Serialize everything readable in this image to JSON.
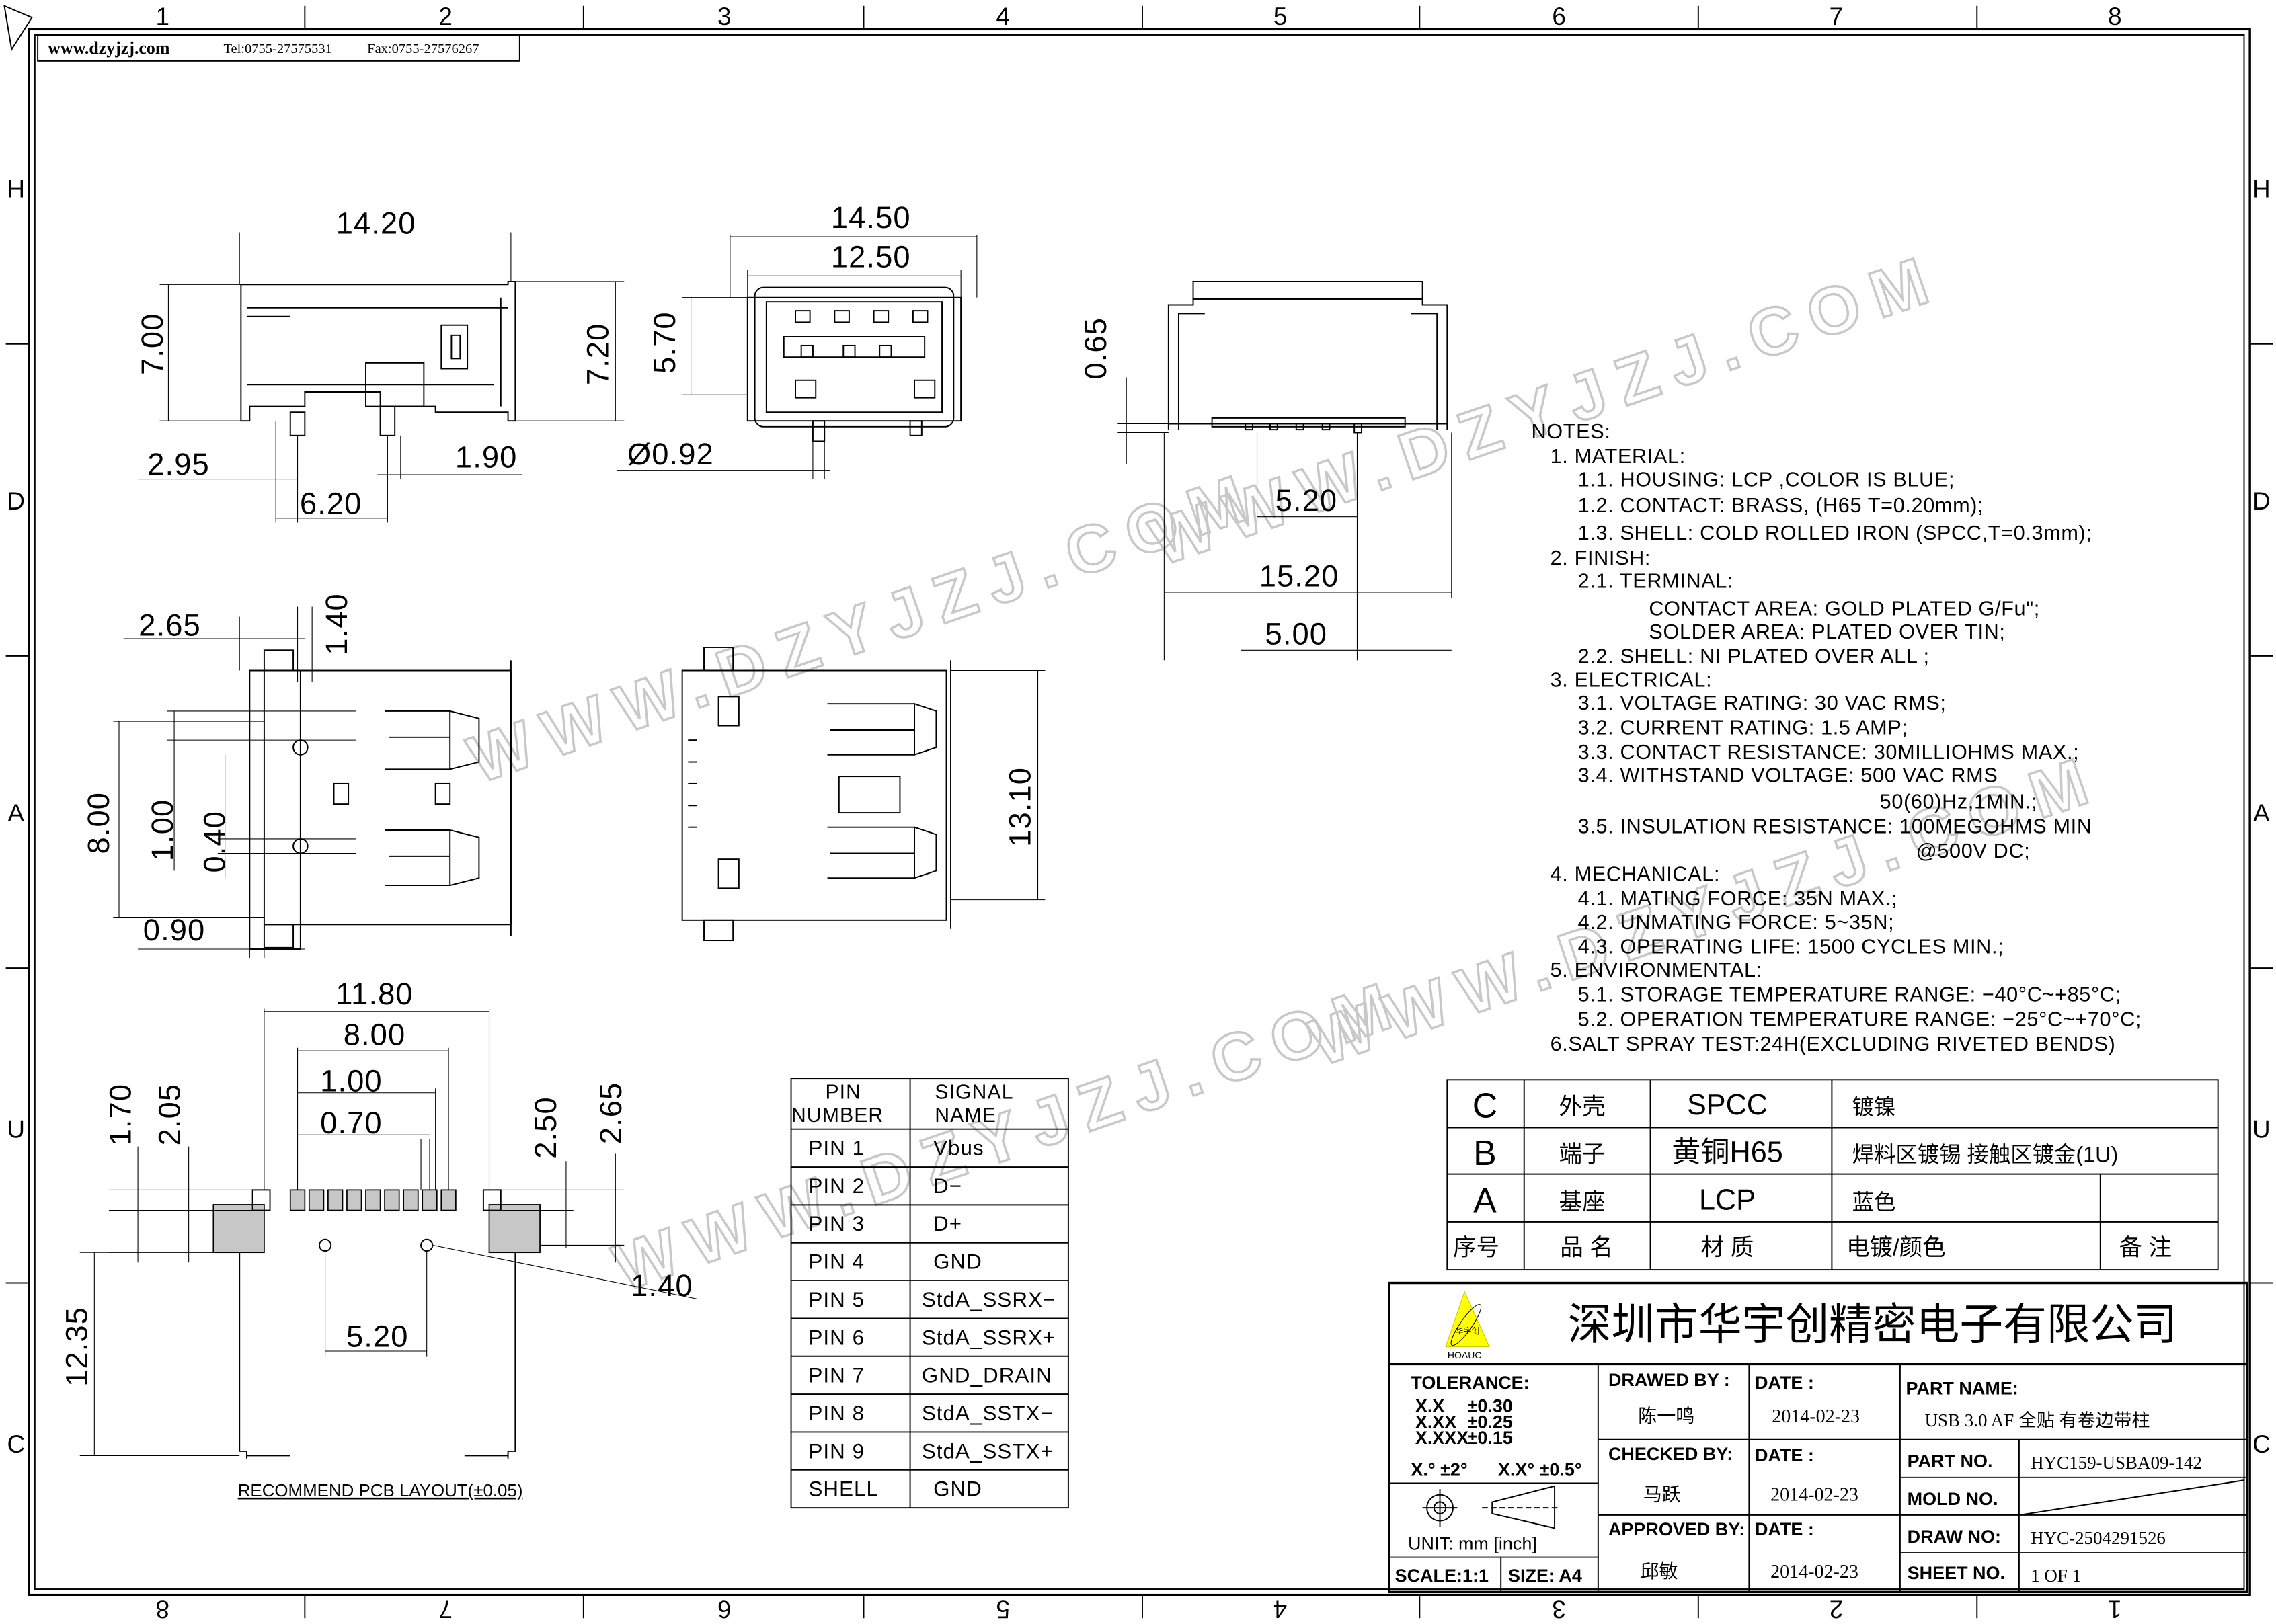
{
  "header": {
    "website": "www.dzyjzj.com",
    "tel": "Tel:0755-27575531",
    "fax": "Fax:0755-27576267"
  },
  "ruler": {
    "top": [
      "1",
      "2",
      "3",
      "4",
      "5",
      "6",
      "7",
      "8"
    ],
    "bottom": [
      "8",
      "7",
      "6",
      "5",
      "4",
      "3",
      "2",
      "1"
    ],
    "side": [
      "H",
      "D",
      "A",
      "U",
      "C"
    ]
  },
  "watermark": "WWW.DZYJZJ.COM",
  "views": {
    "side": {
      "length": "14.20",
      "height_left": "7.00",
      "height_right": "7.20",
      "peg_offset": "2.95",
      "peg_pitch": "6.20",
      "leg": "1.90"
    },
    "front": {
      "outer_width": "14.50",
      "inner_width": "12.50",
      "height": "5.70",
      "pin_dia": "Ø0.92"
    },
    "end": {
      "thickness": "0.65",
      "d1": "5.20",
      "d2": "15.20",
      "d3": "5.00"
    },
    "bottom": {
      "d1": "2.65",
      "d2": "1.40",
      "width": "8.00",
      "pitch": "1.00",
      "pin": "0.40",
      "edge": "0.90"
    },
    "top": {
      "length": "13.10"
    },
    "pcb": {
      "w1": "11.80",
      "w2": "8.00",
      "pitch": "1.00",
      "pad": "0.70",
      "h1": "1.70",
      "h2": "2.05",
      "h3": "2.50",
      "h4": "2.65",
      "hole": "1.40",
      "spacing": "5.20",
      "depth": "12.35",
      "caption": "RECOMMEND PCB LAYOUT(±0.05)"
    }
  },
  "notes": {
    "title": "NOTES:",
    "lines": [
      "1.  MATERIAL:",
      "1.1.  HOUSING:  LCP  ,COLOR  IS  BLUE;",
      "1.2.  CONTACT:  BRASS,  (H65  T=0.20mm);",
      "1.3.  SHELL:  COLD  ROLLED  IRON  (SPCC,T=0.3mm);",
      "2.  FINISH:",
      "2.1.  TERMINAL:",
      "CONTACT  AREA:  GOLD  PLATED  G/Fu\";",
      "SOLDER  AREA:  PLATED  OVER  TIN;",
      "2.2.  SHELL:  NI  PLATED  OVER  ALL  ;",
      "3.  ELECTRICAL:",
      "3.1.  VOLTAGE  RATING:  30  VAC  RMS;",
      "3.2.  CURRENT  RATING:  1.5  AMP;",
      "3.3.  CONTACT  RESISTANCE:  30MILLIOHMS  MAX.;",
      "3.4.  WITHSTAND  VOLTAGE:  500  VAC  RMS",
      "50(60)Hz,1MIN.;",
      "3.5.  INSULATION  RESISTANCE:  100MEGOHMS  MIN",
      "@500V  DC;",
      "4.  MECHANICAL:",
      "4.1.  MATING  FORCE:  35N  MAX.;",
      "4.2.  UNMATING  FORCE:  5~35N;",
      "4.3.  OPERATING  LIFE:  1500  CYCLES  MIN.;",
      "5.  ENVIRONMENTAL:",
      "5.1.  STORAGE  TEMPERATURE  RANGE:  −40°C~+85°C;",
      "5.2.  OPERATION  TEMPERATURE  RANGE:  −25°C~+70°C;",
      "6.SALT SPRAY TEST:24H(EXCLUDING RIVETED BENDS)"
    ]
  },
  "pin_table": {
    "headers": [
      [
        "PIN",
        "NUMBER"
      ],
      [
        "SIGNAL",
        "NAME"
      ]
    ],
    "rows": [
      [
        "PIN  1",
        "Vbus"
      ],
      [
        "PIN  2",
        "D−"
      ],
      [
        "PIN  3",
        "D+"
      ],
      [
        "PIN  4",
        "GND"
      ],
      [
        "PIN  5",
        "StdA_SSRX−"
      ],
      [
        "PIN  6",
        "StdA_SSRX+"
      ],
      [
        "PIN  7",
        "GND_DRAIN"
      ],
      [
        "PIN  8",
        "StdA_SSTX−"
      ],
      [
        "PIN  9",
        "StdA_SSTX+"
      ],
      [
        "SHELL",
        "GND"
      ]
    ]
  },
  "material_table": {
    "rows": [
      [
        "C",
        "外壳",
        "SPCC",
        "镀镍",
        ""
      ],
      [
        "B",
        "端子",
        "黄铜H65",
        "焊料区镀锡  接触区镀金(1U)",
        ""
      ],
      [
        "A",
        "基座",
        "LCP",
        "蓝色",
        ""
      ]
    ],
    "header": [
      "序号",
      "品  名",
      "材  质",
      "电镀/颜色",
      "备  注"
    ]
  },
  "title_block": {
    "company": "深圳市华宇创精密电子有限公司",
    "logo_text": "华宇创",
    "logo_brand": "HOAUC",
    "tolerance_label": "TOLERANCE:",
    "tolerances": [
      [
        "X.X",
        "±0.30"
      ],
      [
        "X.XX",
        "±0.25"
      ],
      [
        "X.XXX",
        "±0.15"
      ]
    ],
    "angle_tol": [
      "X.°  ±2°",
      "X.X°  ±0.5°"
    ],
    "unit": "UNIT:  mm  [inch]",
    "scale": "SCALE:1:1",
    "size": "SIZE:  A4",
    "drawed_by_label": "DRAWED  BY :",
    "drawed_by": "陈一鸣",
    "checked_by_label": "CHECKED  BY:",
    "checked_by": "马跃",
    "approved_by_label": "APPROVED  BY:",
    "approved_by": "邱敏",
    "date_label": "DATE  :",
    "dates": [
      "2014-02-23",
      "2014-02-23",
      "2014-02-23"
    ],
    "part_name_label": "PART  NAME:",
    "part_name": "USB 3.0 AF 全贴 有卷边带柱",
    "part_no_label": "PART  NO.",
    "part_no": "HYC159-USBA09-142",
    "mold_no_label": "MOLD  NO.",
    "draw_no_label": "DRAW  NO:",
    "draw_no": "HYC-2504291526",
    "sheet_no_label": "SHEET  NO.",
    "sheet_no": "1  OF  1",
    "logo_color": "#ffff00"
  }
}
